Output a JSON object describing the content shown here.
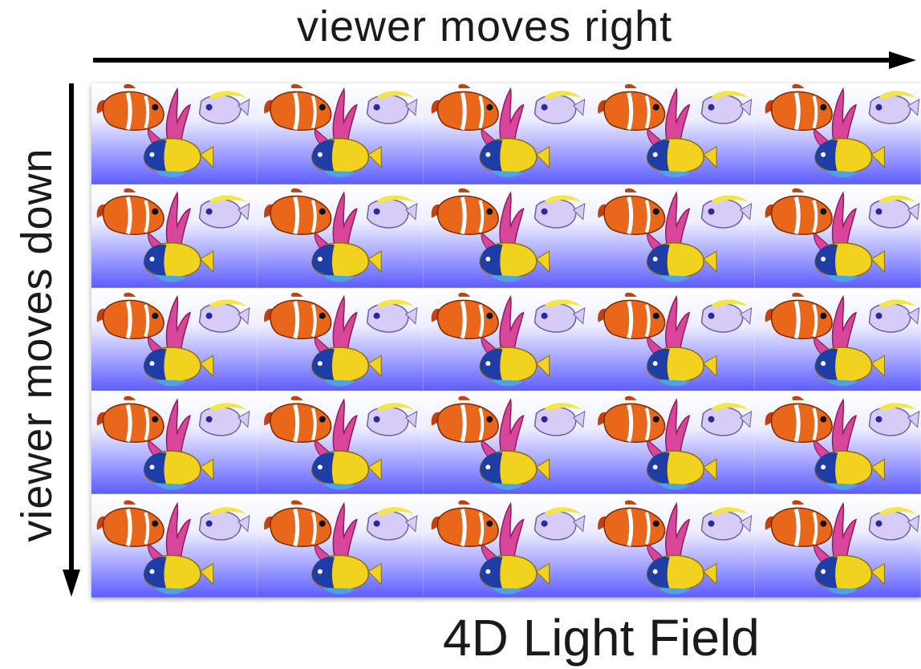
{
  "labels": {
    "horizontal_axis": "viewer moves right",
    "vertical_axis": "viewer moves down",
    "caption": "4D Light Field"
  },
  "grid": {
    "rows": 5,
    "cols": 5,
    "tile_content": [
      "clownfish-icon",
      "coral-icon",
      "tang-fish-icon",
      "angelfish-icon"
    ],
    "background_gradient": [
      "#ffffff",
      "#5c5cff"
    ]
  },
  "colors": {
    "clownfish": "#e8671a",
    "coral": "#d8459a",
    "tang": "#d6ccf5",
    "tang_tail": "#f3e64a",
    "angelfish_body": "#f1d21e",
    "angelfish_head": "#1f3da6",
    "arrow": "#000000"
  }
}
